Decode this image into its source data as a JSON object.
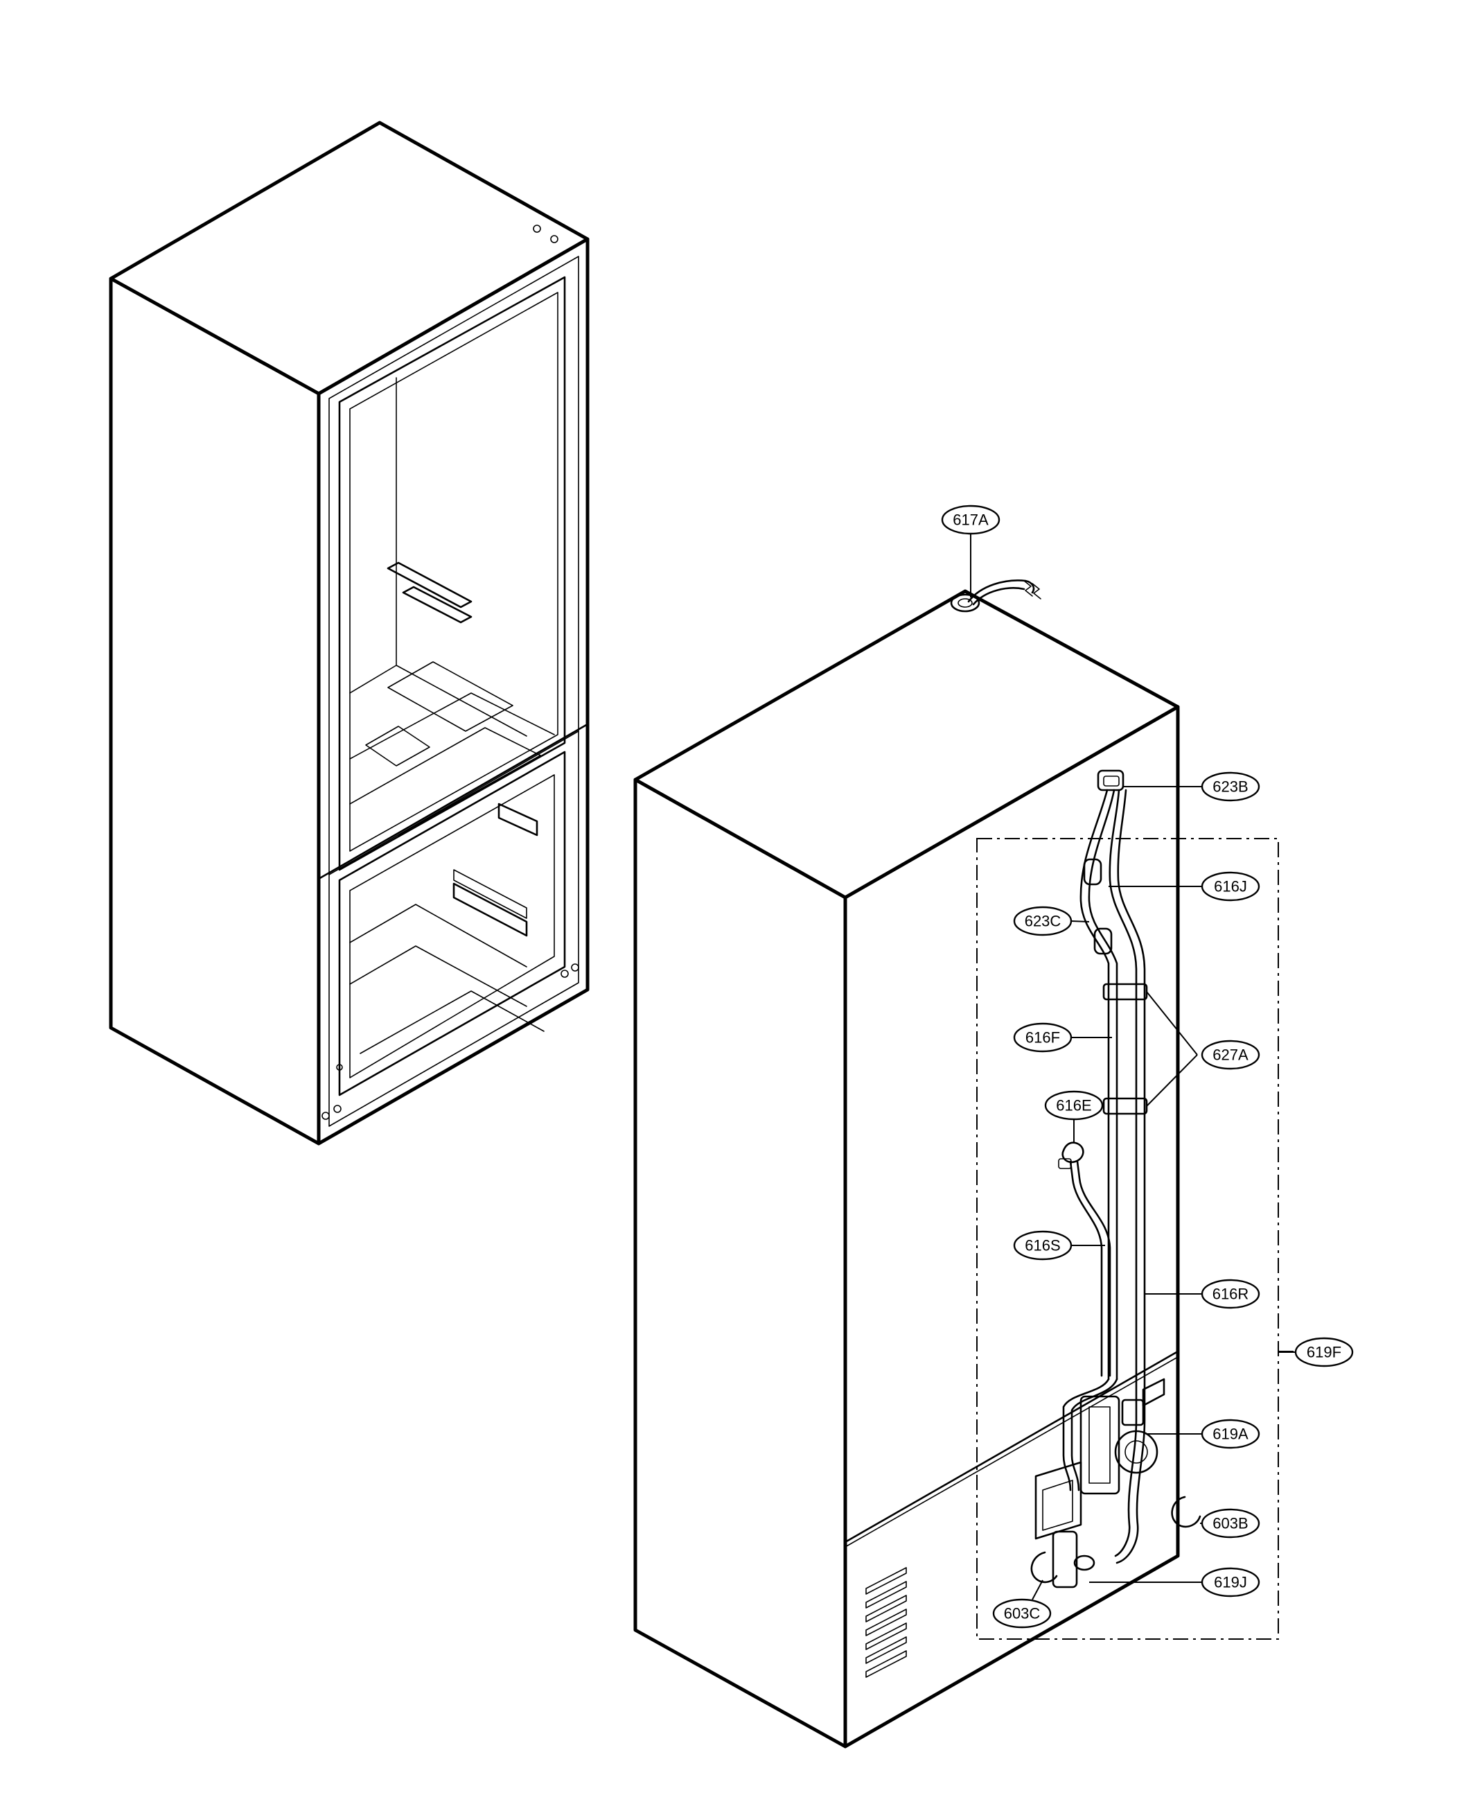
{
  "callouts": {
    "617A": "617A",
    "623B": "623B",
    "616J": "616J",
    "623C": "623C",
    "616F": "616F",
    "627A": "627A",
    "616E": "616E",
    "616S": "616S",
    "616R": "616R",
    "619F": "619F",
    "619A": "619A",
    "603B": "603B",
    "619J": "619J",
    "603C": "603C"
  }
}
